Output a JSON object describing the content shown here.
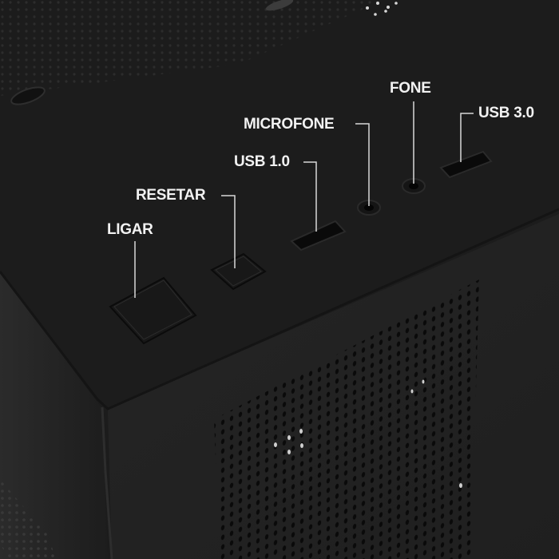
{
  "product": {
    "type": "PC case front I/O panel",
    "colors": {
      "body": "#1c1c1c",
      "side_panel": "#222222",
      "glass": "#2a2a2a",
      "label": "#f2f2f2",
      "leader_line": "#d8d8d8"
    }
  },
  "labels": [
    {
      "id": "ligar",
      "text": "LIGAR",
      "meaning": "power button"
    },
    {
      "id": "resetar",
      "text": "RESETAR",
      "meaning": "reset button"
    },
    {
      "id": "usb1",
      "text": "USB 1.0",
      "meaning": "USB port"
    },
    {
      "id": "microfone",
      "text": "MICROFONE",
      "meaning": "microphone jack"
    },
    {
      "id": "fone",
      "text": "FONE",
      "meaning": "headphone jack"
    },
    {
      "id": "usb3",
      "text": "USB 3.0",
      "meaning": "USB port"
    }
  ]
}
